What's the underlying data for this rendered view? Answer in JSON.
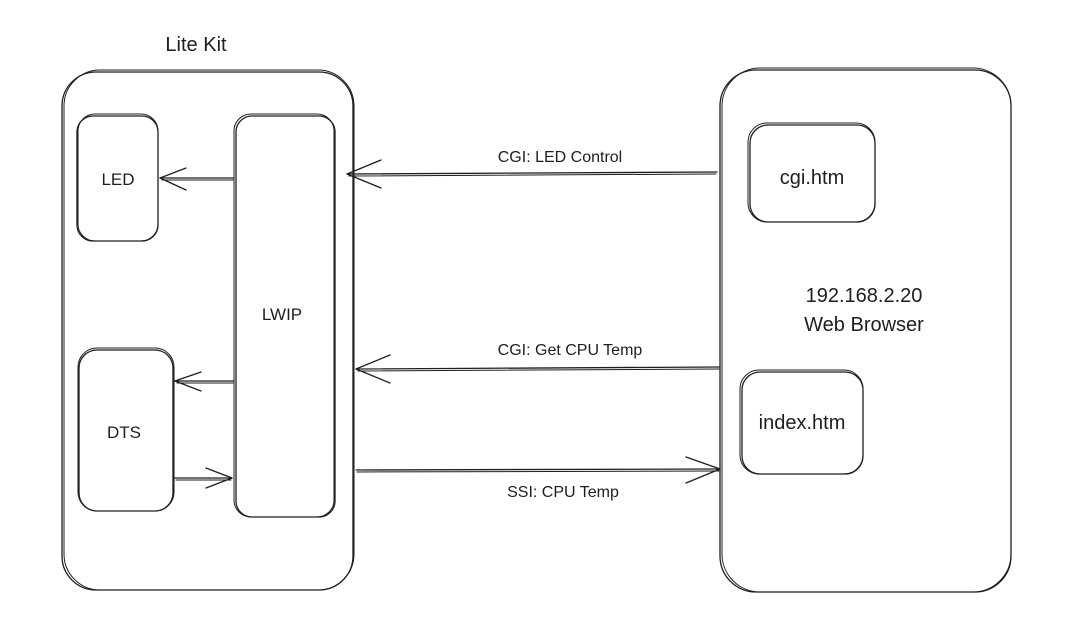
{
  "lite_kit": {
    "title": "Lite Kit",
    "led_label": "LED",
    "dts_label": "DTS",
    "lwip_label": "LWIP"
  },
  "browser": {
    "ip": "192.168.2.20",
    "label": "Web Browser",
    "cgi_page": "cgi.htm",
    "index_page": "index.htm"
  },
  "connections": {
    "cgi_led": "CGI: LED Control",
    "cgi_temp": "CGI: Get CPU Temp",
    "ssi_temp": "SSI: CPU Temp"
  },
  "colors": {
    "stroke": "#1e1e1e",
    "background": "#ffffff"
  }
}
